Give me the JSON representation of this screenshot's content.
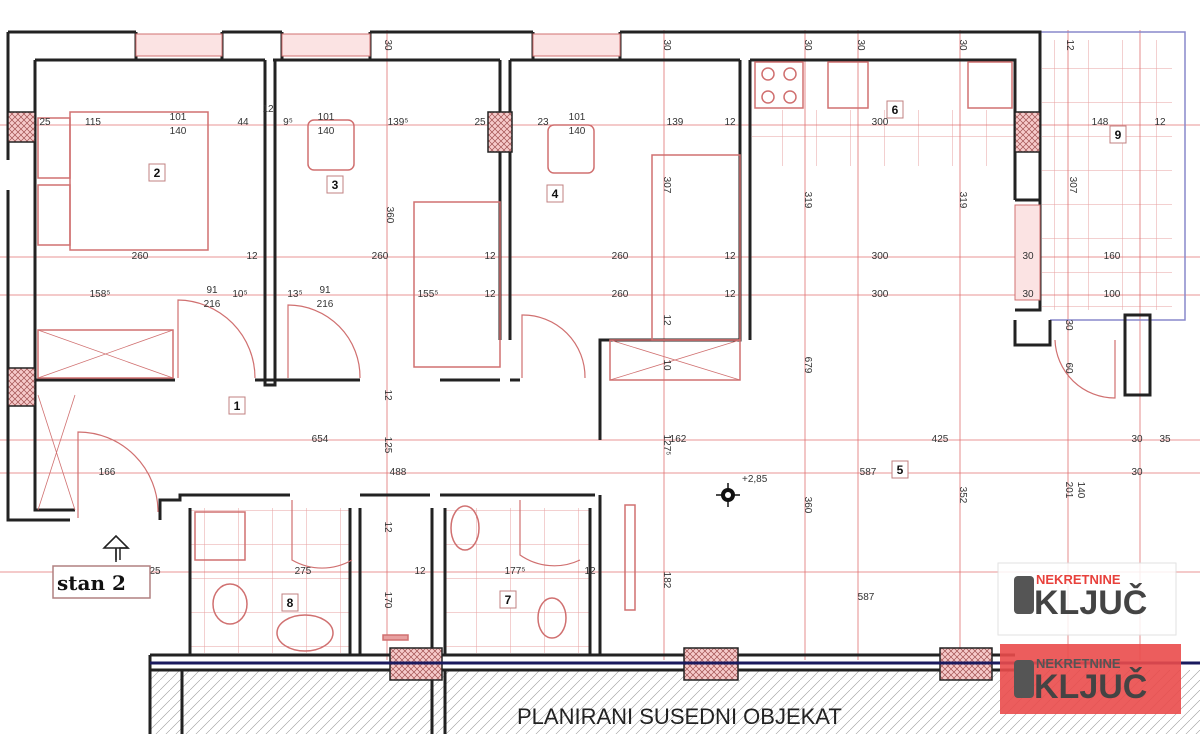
{
  "plan": {
    "apartment_label": "stan 2",
    "neighbor_label": "PLANIRANI SUSEDNI OBJEKAT",
    "elevation": "+2,85",
    "rooms": [
      "1",
      "2",
      "3",
      "4",
      "5",
      "6",
      "7",
      "8",
      "9"
    ],
    "dimensions": [
      "25",
      "115",
      "101",
      "140",
      "44",
      "12",
      "9⁵",
      "101",
      "140",
      "139⁵",
      "25",
      "23",
      "101",
      "140",
      "139",
      "12",
      "300",
      "148",
      "12",
      "260",
      "12",
      "260",
      "12",
      "260",
      "12",
      "300",
      "30",
      "160",
      "158⁵",
      "91",
      "216",
      "10⁵",
      "13⁵",
      "91",
      "216",
      "155⁵",
      "12",
      "260",
      "12",
      "300",
      "30",
      "100",
      "654",
      "162",
      "425",
      "30",
      "35",
      "166",
      "488",
      "587",
      "30",
      "25",
      "275",
      "12",
      "177⁵",
      "12",
      "587"
    ],
    "vertical_dimensions": [
      "30",
      "30",
      "30",
      "30",
      "30",
      "12",
      "360",
      "307",
      "319",
      "319",
      "307",
      "12",
      "10",
      "679",
      "12",
      "125",
      "127⁵",
      "360",
      "352",
      "201",
      "140",
      "182",
      "170",
      "12",
      "30",
      "60"
    ],
    "colors": {
      "wall": "#222222",
      "grid": "#e07070",
      "window": "#f4c4c4",
      "section_line": "#1a1a5e",
      "balcony": "#8888cc"
    }
  },
  "watermark": {
    "brand_top": "NEKRETNINE",
    "brand_main": "KLJUČ",
    "accent": "#e8413c"
  }
}
